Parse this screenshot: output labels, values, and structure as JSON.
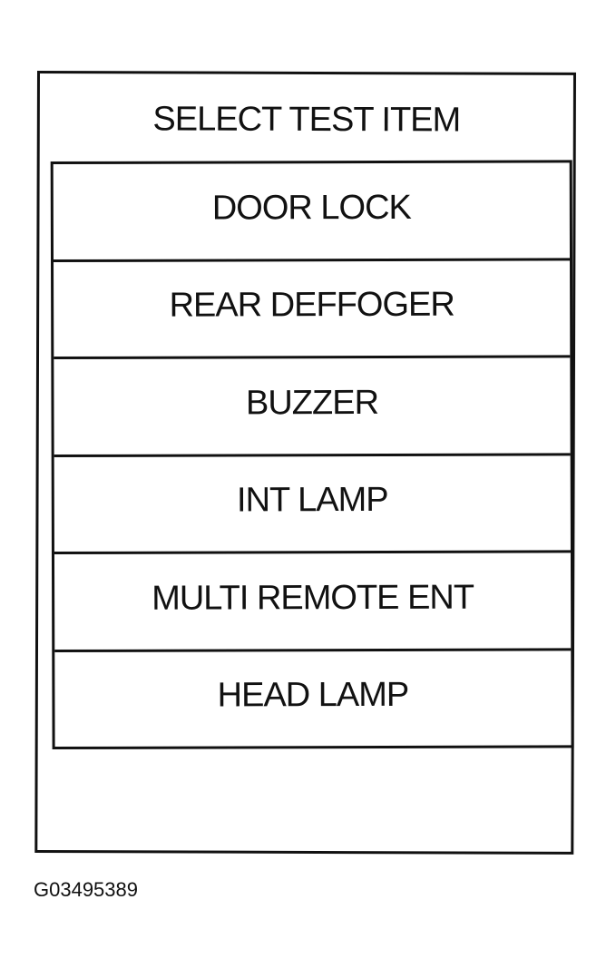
{
  "screen": {
    "title": "SELECT TEST ITEM",
    "items": [
      {
        "label": "DOOR LOCK"
      },
      {
        "label": "REAR DEFFOGER"
      },
      {
        "label": "BUZZER"
      },
      {
        "label": "INT LAMP"
      },
      {
        "label": "MULTI REMOTE ENT"
      },
      {
        "label": "HEAD LAMP"
      }
    ]
  },
  "figure_id": "G03495389"
}
